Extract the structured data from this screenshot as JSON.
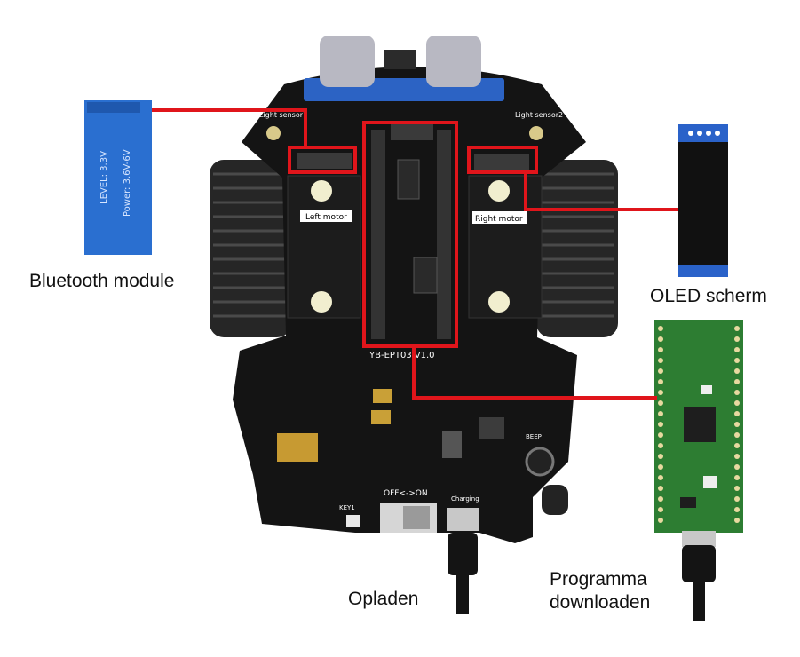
{
  "labels": {
    "bluetooth": "Bluetooth module",
    "oled": "OLED scherm",
    "charge": "Opladen",
    "download_line1": "Programma",
    "download_line2": "downloaden"
  },
  "board": {
    "silk_left_motor": "Left motor",
    "silk_right_motor": "Right motor",
    "silk_light_sensor1": "Light sensor1",
    "silk_light_sensor2": "Light sensor2",
    "silk_model": "YB-EPT03-V1.0",
    "silk_power_switch": "OFF<->ON",
    "silk_key": "KEY1",
    "silk_charging": "Charging",
    "silk_beep": "BEEP"
  },
  "bluetooth_module": {
    "text_line1": "LEVEL: 3.3V",
    "text_line2": "Power: 3.6V-6V"
  },
  "colors": {
    "board": "#141414",
    "callout": "#e0151b",
    "tire": "#2a2a2a",
    "bluetooth": "#2a6fd0",
    "oled_header": "#2a62c9",
    "pico": "#2d7d32",
    "ultrasonic_bar": "#2c63c4"
  }
}
